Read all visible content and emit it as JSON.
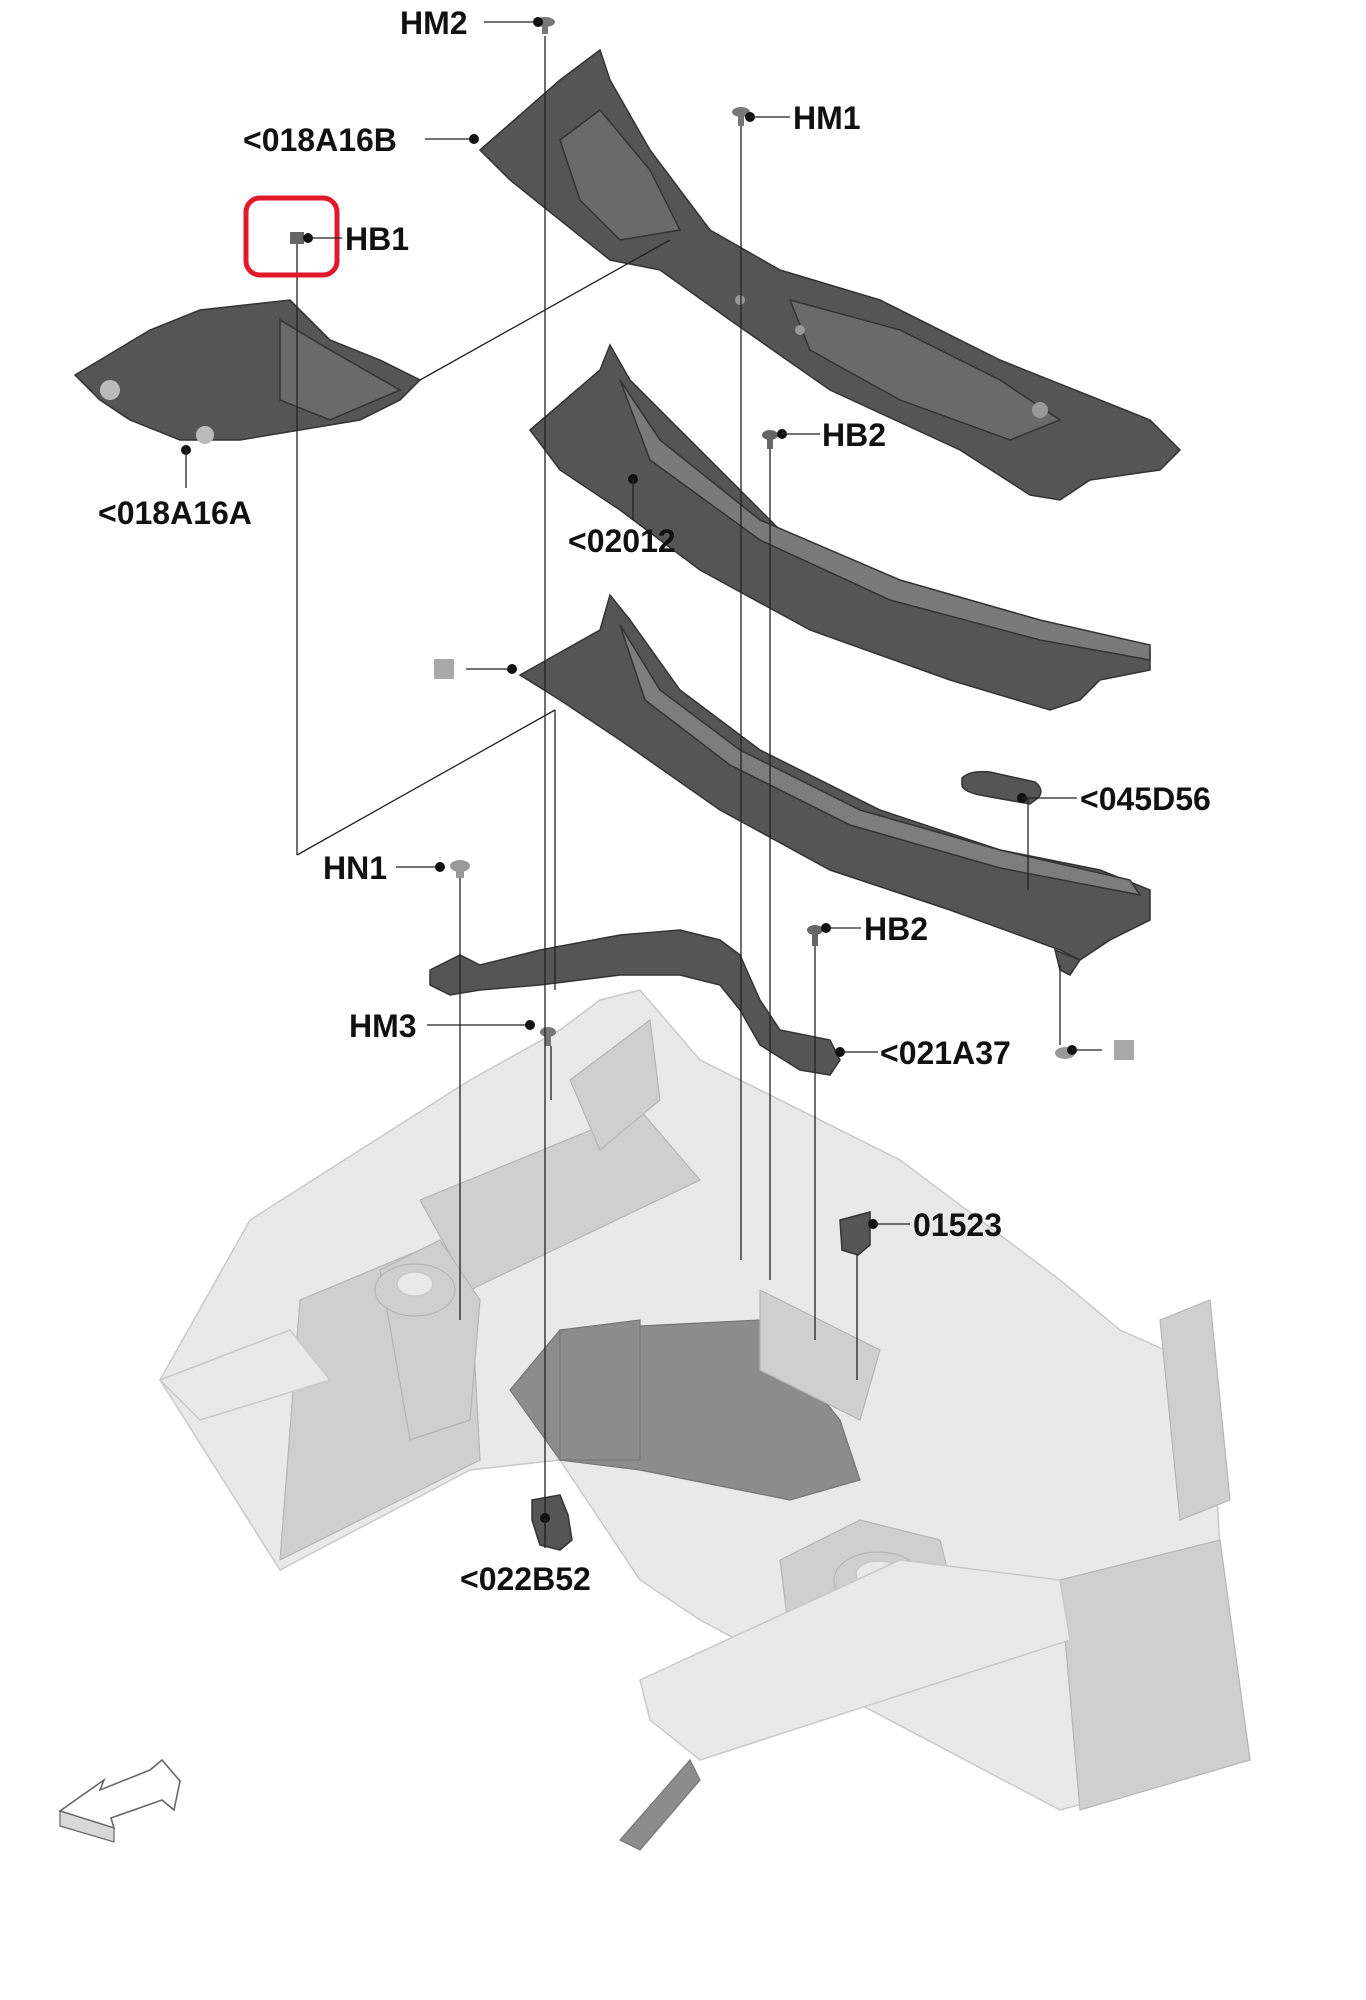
{
  "callouts": {
    "hm2": "HM2",
    "p018a16b": "<018A16B",
    "hm1": "HM1",
    "hb1": "HB1",
    "p018a16a": "<018A16A",
    "hb2_top": "HB2",
    "p02012": "<02012",
    "p045d56": "<045D56",
    "hn1": "HN1",
    "hb2_mid": "HB2",
    "hm3": "HM3",
    "p021a37": "<021A37",
    "p01523": "01523",
    "p022b52": "<022B52"
  },
  "colors": {
    "highlight": "#e0192b",
    "unlabeled_marker": "#a9a9a9"
  }
}
